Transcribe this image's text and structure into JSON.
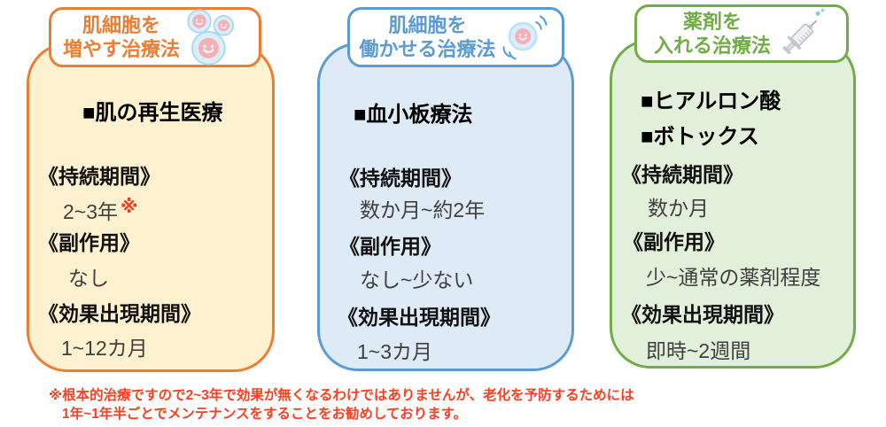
{
  "cards": [
    {
      "id": "increase-cells",
      "accent_color": "#ED7D31",
      "fill_color": "#FDF1D0",
      "title_line1": "肌細胞を",
      "title_line2": "増やす治療法",
      "icon": "skin-cells-icon",
      "treatments": [
        "■肌の再生医療"
      ],
      "fields": [
        {
          "label": "《持続期間》",
          "value": "2~3年",
          "note": "※"
        },
        {
          "label": "《副作用》",
          "value": "なし"
        },
        {
          "label": "《効果出現期間》",
          "value": "1~12カ月"
        }
      ]
    },
    {
      "id": "activate-cells",
      "accent_color": "#5B9BD5",
      "fill_color": "#DEEBF7",
      "title_line1": "肌細胞を",
      "title_line2": "働かせる治療法",
      "icon": "active-cell-icon",
      "treatments": [
        "■血小板療法"
      ],
      "fields": [
        {
          "label": "《持続期間》",
          "value": "数か月~約2年"
        },
        {
          "label": "《副作用》",
          "value": "なし~少ない"
        },
        {
          "label": "《効果出現期間》",
          "value": "1~3カ月"
        }
      ]
    },
    {
      "id": "inject-drugs",
      "accent_color": "#70AD47",
      "fill_color": "#E2EFDA",
      "title_line1": "薬剤を",
      "title_line2": "入れる治療法",
      "icon": "syringe-icon",
      "treatments": [
        "■ヒアルロン酸",
        "■ボトックス"
      ],
      "fields": [
        {
          "label": "《持続期間》",
          "value": "数か月"
        },
        {
          "label": "《副作用》",
          "value": "少~通常の薬剤程度"
        },
        {
          "label": "《効果出現期間》",
          "value": "即時~2週間"
        }
      ]
    }
  ],
  "footnote": {
    "color": "#FF3E1F",
    "line1": "※根本的治療ですので2~3年で効果が無くなるわけではありませんが、老化を予防するためには",
    "line2": "1年~1年半ごとでメンテナンスをすることをお勧めしております。"
  }
}
